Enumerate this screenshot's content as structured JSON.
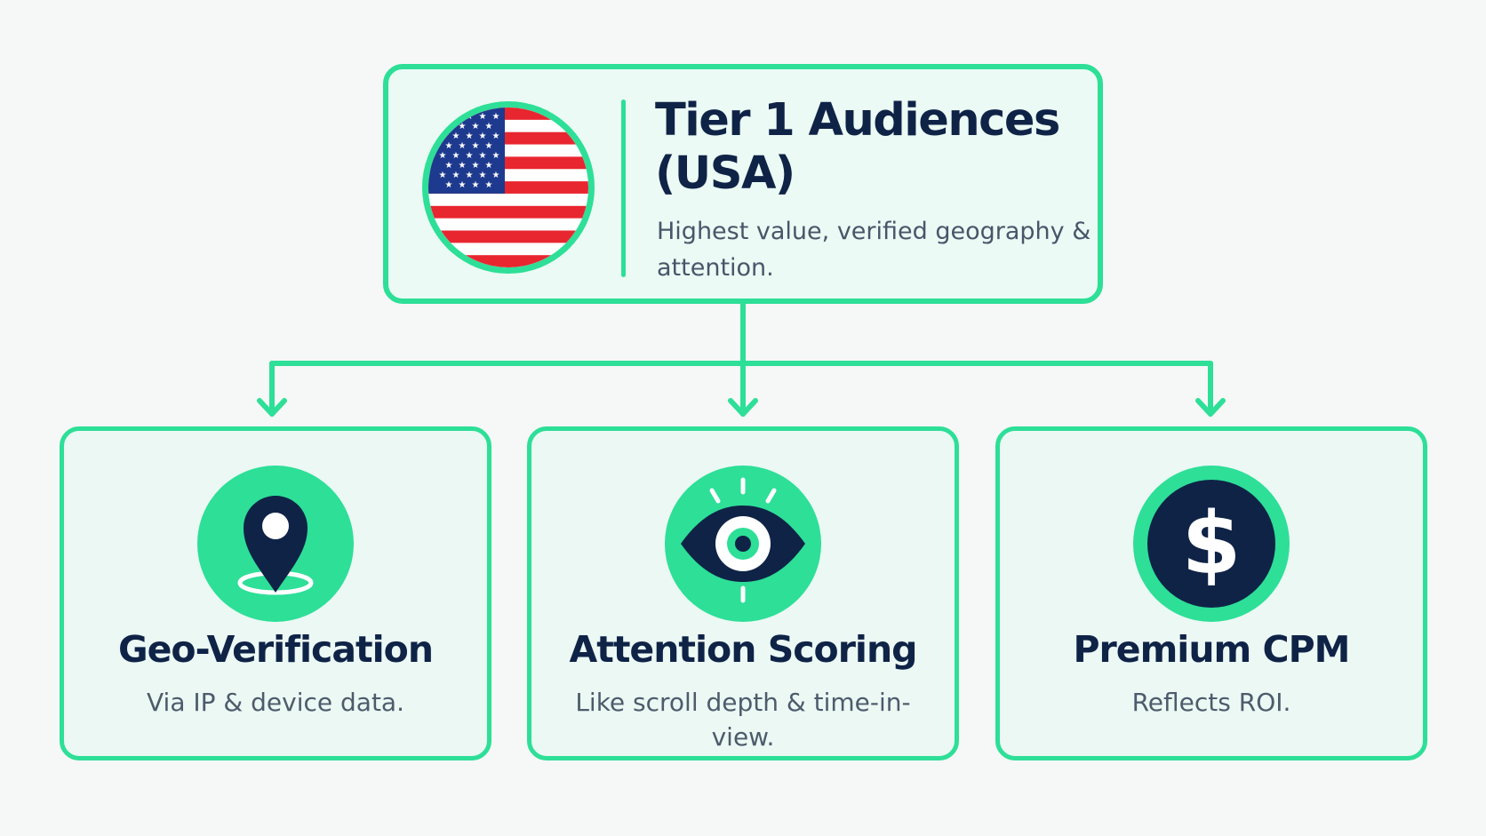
{
  "theme": {
    "accent": "#2ddf97",
    "navy": "#0f2347",
    "card_fill": "#ebf8f4",
    "background": "#f6f7f7",
    "flag_red": "#e8262f",
    "flag_blue": "#1d3a8f"
  },
  "top": {
    "title": "Tier 1 Audiences (USA)",
    "description": "Highest value, verified geography & attention.",
    "icon": "us-flag-icon"
  },
  "cards": [
    {
      "title": "Geo-Verification",
      "description": "Via IP & device data.",
      "icon": "location-pin-icon"
    },
    {
      "title": "Attention Scoring",
      "description": "Like scroll depth & time-in-view.",
      "icon": "eye-icon"
    },
    {
      "title": "Premium CPM",
      "description": "Reflects ROI.",
      "icon": "dollar-sign-icon"
    }
  ]
}
